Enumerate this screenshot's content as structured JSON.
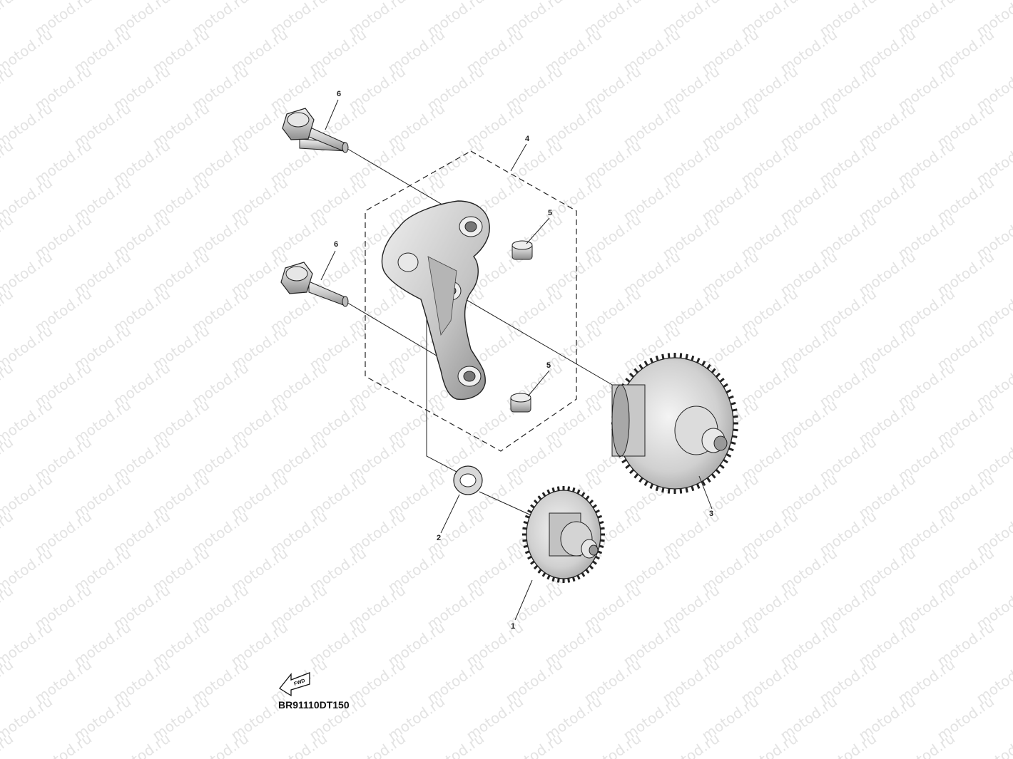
{
  "watermark": "motod.ru",
  "diagram_code": "BR91110DT150",
  "front_arrow_label": "FWD",
  "callouts": {
    "part1": "1",
    "part2": "2",
    "part3": "3",
    "part4": "4",
    "part5a": "5",
    "part5b": "5",
    "part6a": "6",
    "part6b": "6"
  },
  "colors": {
    "part_fill": "#dcdcdc",
    "part_shade": "#9a9a9a",
    "part_outline": "#222222",
    "watermark": "#e3e3e3"
  }
}
